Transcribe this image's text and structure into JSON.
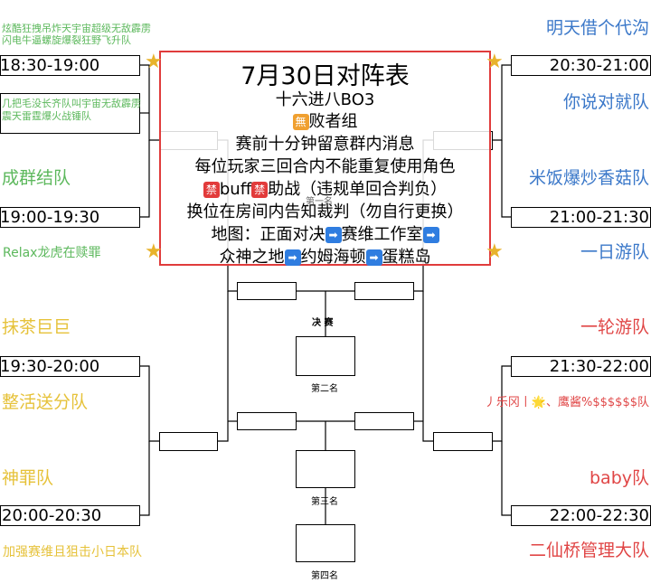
{
  "info": {
    "title": "7月30日对阵表",
    "line1": "十六进八BO3",
    "line2": "败者组",
    "line3": "赛前十分钟留意群内消息",
    "line4": "每位玩家三回合内不能重复使用角色",
    "line5_mid": "buff",
    "line5_end": "助战（违规单回合判负）",
    "line6": "换位在房间内告知裁判（勿自行更换）",
    "line7_a": "地图：正面对决",
    "line7_b": "赛维工作室",
    "line8_a": "众神之地",
    "line8_b": "约姆海顿",
    "line8_c": "蛋糕岛",
    "emoji_defeat": "無",
    "emoji_ban": "禁",
    "emoji_arrow": "➡",
    "star": "★"
  },
  "left": [
    {
      "team_a": "炫酷狂拽吊炸天宇宙超级无敌霹雳闪电牛逼螺旋爆裂狂野飞升队",
      "time": "18:30-19:00",
      "team_b": "几把毛没长齐队叫宇宙无敌霹雳震天雷霆爆火战锤队"
    },
    {
      "team_a": "成群结队",
      "time": "19:00-19:30",
      "team_b": "Relax龙虎在赎罪"
    },
    {
      "team_a": "抹茶巨巨",
      "time": "19:30-20:00",
      "team_b": "整活送分队"
    },
    {
      "team_a": "神罪队",
      "time": "20:00-20:30",
      "team_b": "加强赛维且狙击小日本队"
    }
  ],
  "right": [
    {
      "team_a": "明天借个代沟",
      "time": "20:30-21:00",
      "team_b": "你说对就队"
    },
    {
      "team_a": "米饭爆炒香菇队",
      "time": "21:00-21:30",
      "team_b": "一日游队"
    },
    {
      "team_a": "一轮游队",
      "time": "21:30-22:00",
      "team_b": "丿乐冈丨🌟、鹰酱%$$$$$$队"
    },
    {
      "team_a": "baby队",
      "time": "22:00-22:30",
      "team_b": "二仙桥管理大队"
    }
  ],
  "labels": {
    "semi": "第一名",
    "final": "决  赛",
    "second": "第二名",
    "third": "第三名",
    "fourth": "第四名"
  }
}
